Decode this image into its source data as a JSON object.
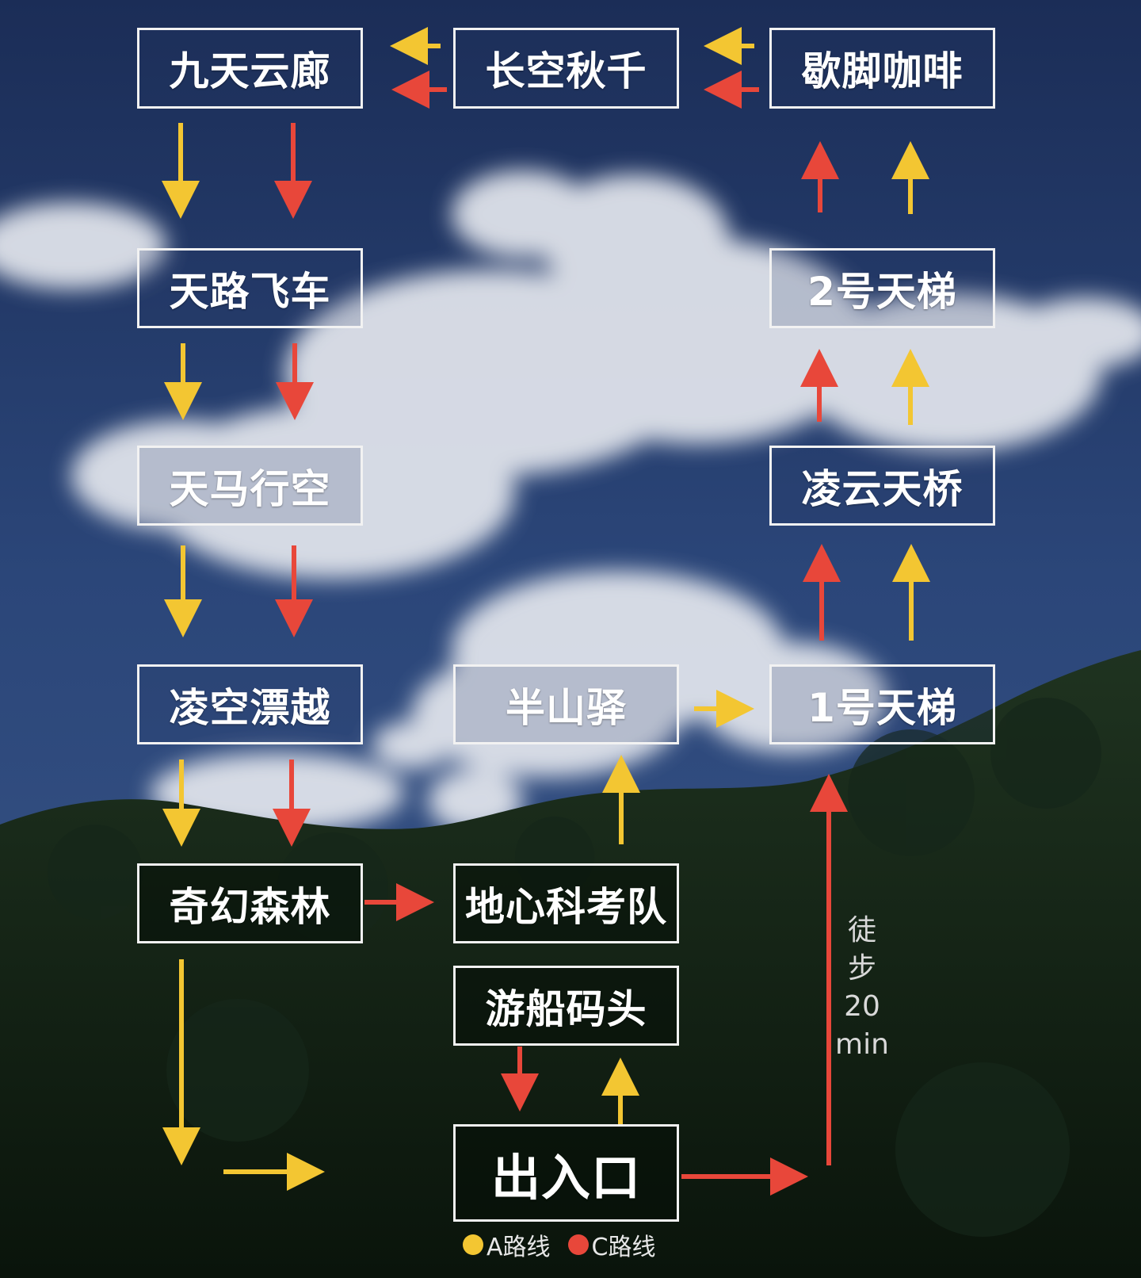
{
  "colors": {
    "route_a": "#f3c632",
    "route_c": "#e8473a",
    "box_border": "#f2f2f2"
  },
  "nodes": {
    "jiutian": "九天云廊",
    "changkong": "长空秋千",
    "gejiao": "歇脚咖啡",
    "tianlu": "天路飞车",
    "tianti2": "2号天梯",
    "tianma": "天马行空",
    "lingyun": "凌云天桥",
    "lingkong": "凌空漂越",
    "banshan": "半山驿",
    "tianti1": "1号天梯",
    "qihuan": "奇幻森林",
    "dixin": "地心科考队",
    "youchuan": "游船码头",
    "entrance": "出入口"
  },
  "walk_note": {
    "chars": [
      "徒",
      "步",
      "20",
      "min"
    ]
  },
  "legend": {
    "route_a_label": "A路线",
    "route_c_label": "C路线"
  }
}
